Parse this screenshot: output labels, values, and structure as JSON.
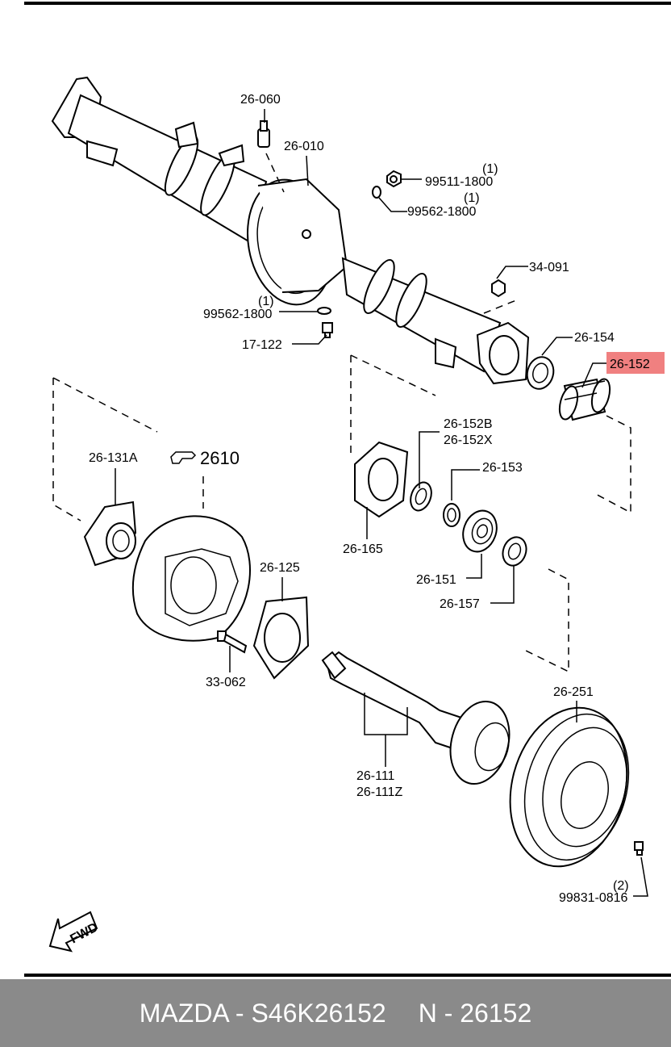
{
  "diagram": {
    "labels": {
      "p26_060": "26-060",
      "p26_010": "26-010",
      "p99511_qty": "(1)",
      "p99511": "99511-1800",
      "p99562a_qty": "(1)",
      "p99562a": "99562-1800",
      "p34_091": "34-091",
      "p99562b_qty": "(1)",
      "p99562b": "99562-1800",
      "p17_122": "17-122",
      "p26_154": "26-154",
      "p26_152": "26-152",
      "p26_131A": "26-131A",
      "p2610": "2610",
      "p26_152B": "26-152B",
      "p26_152X": "26-152X",
      "p26_153": "26-153",
      "p26_165": "26-165",
      "p26_151": "26-151",
      "p26_125": "26-125",
      "p26_157": "26-157",
      "p33_062": "33-062",
      "p26_251": "26-251",
      "p26_111": "26-111",
      "p26_111Z": "26-111Z",
      "p99831_qty": "(2)",
      "p99831": "99831-0816",
      "fwd": "FWD"
    },
    "highlight_color": "#f08080"
  },
  "footer": {
    "part_text": "MAZDA - S46K26152",
    "ref_text": "N - 26152",
    "background": "#8a8a8a"
  }
}
